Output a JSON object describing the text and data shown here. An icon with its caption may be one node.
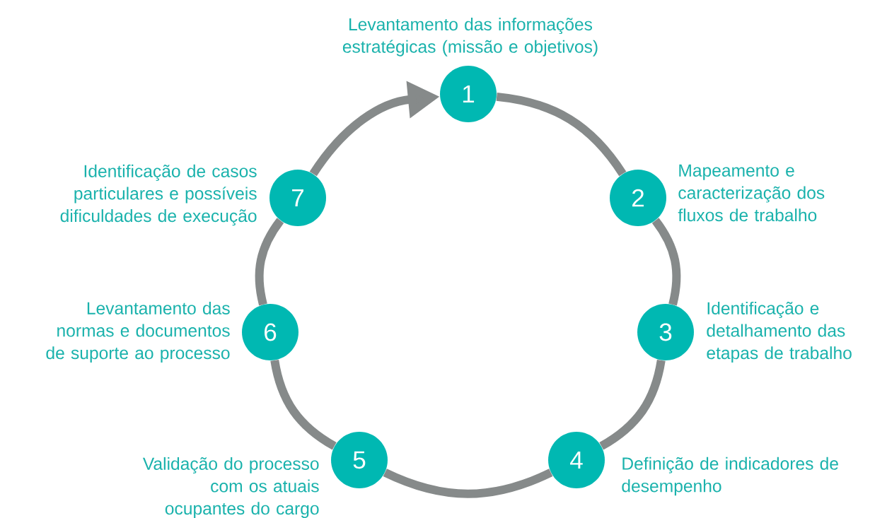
{
  "diagram": {
    "nodes": [
      {
        "text": [
          "1"
        ],
        "beside": [
          "Levantamento das informações estratégicas (missão e objetivos)"
        ]
      },
      {
        "text": [
          "2"
        ],
        "beside": [
          "Mapeamento e caracterização dos fluxos de trabalho"
        ]
      },
      {
        "text": [
          "3"
        ],
        "beside": [
          "Identificação e detalhamento das etapas de trabalho"
        ]
      },
      {
        "text": [
          "4"
        ],
        "beside": [
          "Definição de indicadores de desempenho"
        ]
      },
      {
        "text": [
          "5"
        ],
        "beside": [
          "Validação do processo com os atuais ocupantes do cargo"
        ]
      },
      {
        "text": [
          "6"
        ],
        "beside": [
          "Levantamento das normas e documentos de suporte ao processo"
        ]
      },
      {
        "text": [
          "7"
        ],
        "beside": [
          "Identificação de casos particulares e possíveis dificuldades de execução"
        ]
      }
    ],
    "edges": [
      {
        "from": 0,
        "to": 1,
        "arrow": "none"
      },
      {
        "from": 1,
        "to": 2,
        "arrow": "none"
      },
      {
        "from": 2,
        "to": 3,
        "arrow": "none"
      },
      {
        "from": 3,
        "to": 4,
        "arrow": "none"
      },
      {
        "from": 4,
        "to": 5,
        "arrow": "none"
      },
      {
        "from": 5,
        "to": 6,
        "arrow": "none"
      },
      {
        "from": 6,
        "to": 0,
        "arrow": "to"
      }
    ]
  }
}
